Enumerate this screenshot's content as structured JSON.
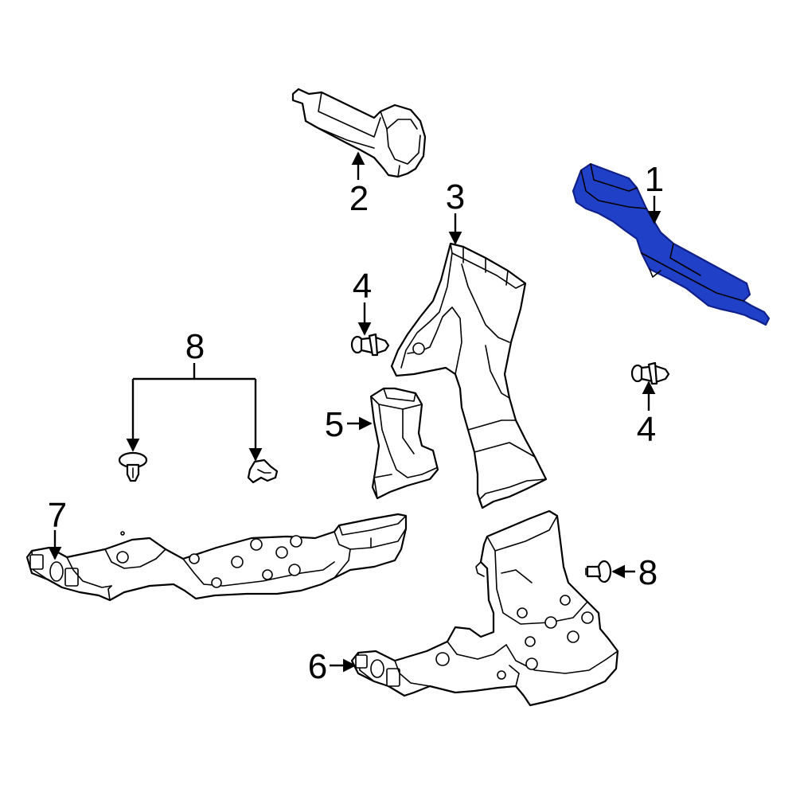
{
  "diagram": {
    "highlight_color": "#2040c8",
    "highlight_stroke": "#10208a",
    "callouts": [
      {
        "id": "c1",
        "label": "1"
      },
      {
        "id": "c2",
        "label": "2"
      },
      {
        "id": "c3",
        "label": "3"
      },
      {
        "id": "c4a",
        "label": "4"
      },
      {
        "id": "c4b",
        "label": "4"
      },
      {
        "id": "c5",
        "label": "5"
      },
      {
        "id": "c6",
        "label": "6"
      },
      {
        "id": "c7",
        "label": "7"
      },
      {
        "id": "c8a",
        "label": "8"
      },
      {
        "id": "c8b",
        "label": "8"
      }
    ]
  }
}
